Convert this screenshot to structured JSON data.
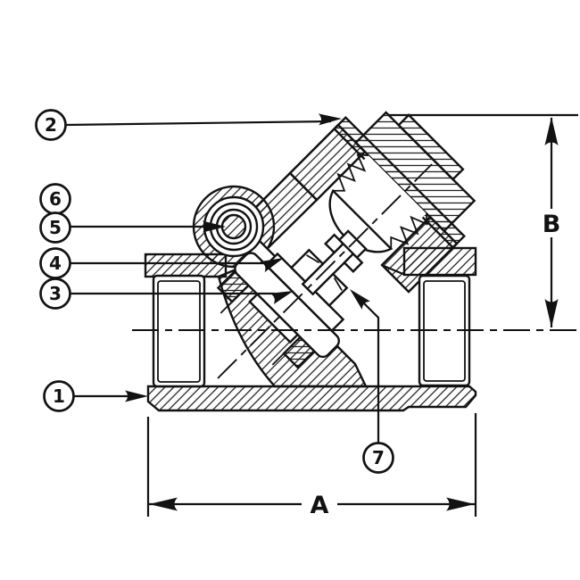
{
  "colors": {
    "ink": "#121212",
    "paper": "#ffffff"
  },
  "callouts": [
    {
      "number": "1"
    },
    {
      "number": "2"
    },
    {
      "number": "3"
    },
    {
      "number": "4"
    },
    {
      "number": "5"
    },
    {
      "number": "6"
    },
    {
      "number": "7"
    }
  ],
  "dimensions": {
    "width_label": "A",
    "height_label": "B"
  }
}
